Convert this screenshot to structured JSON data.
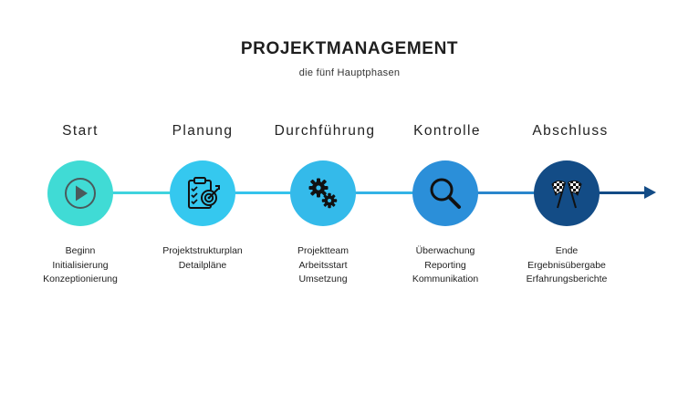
{
  "title": "PROJEKTMANAGEMENT",
  "subtitle": "die fünf Hauptphasen",
  "phases": [
    {
      "label": "Start",
      "icon": "play-icon",
      "color": "#40dbd5",
      "details": [
        "Beginn",
        "Initialisierung",
        "Konzeptionierung"
      ]
    },
    {
      "label": "Planung",
      "icon": "clipboard-target-icon",
      "color": "#35c8ef",
      "details": [
        "Projektstrukturplan",
        "Detailpläne"
      ]
    },
    {
      "label": "Durchführung",
      "icon": "gears-icon",
      "color": "#34baea",
      "details": [
        "Projektteam",
        "Arbeitsstart",
        "Umsetzung"
      ]
    },
    {
      "label": "Kontrolle",
      "icon": "magnifier-icon",
      "color": "#2b8fd9",
      "details": [
        "Überwachung",
        "Reporting",
        "Kommunikation"
      ]
    },
    {
      "label": "Abschluss",
      "icon": "checkered-flags-icon",
      "color": "#134c86",
      "details": [
        "Ende",
        "Ergebnisübergabe",
        "Erfahrungsberichte"
      ]
    }
  ]
}
